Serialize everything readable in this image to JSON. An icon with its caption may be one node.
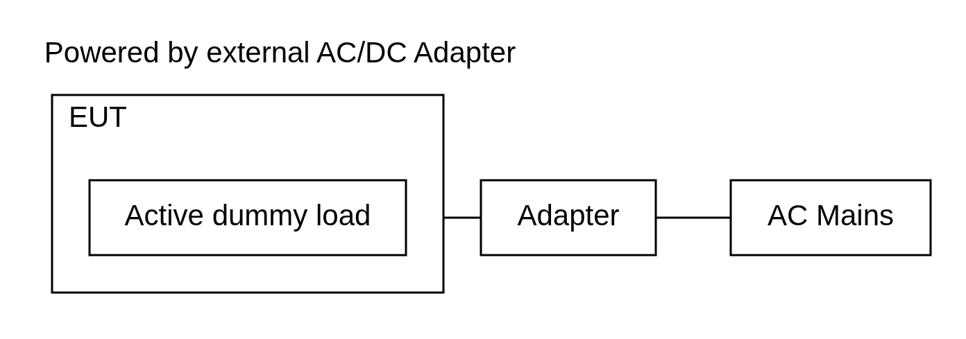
{
  "diagram": {
    "title": "Powered by external AC/DC Adapter",
    "nodes": [
      {
        "text": [
          "EUT"
        ]
      },
      {
        "text": [
          "Active dummy load"
        ],
        "in": 0
      },
      {
        "text": [
          "Adapter"
        ]
      },
      {
        "text": [
          "AC Mains"
        ]
      }
    ],
    "edges": [
      {
        "from": 0,
        "to": 2,
        "arrow": "none"
      },
      {
        "from": 2,
        "to": 3,
        "arrow": "none"
      }
    ]
  }
}
